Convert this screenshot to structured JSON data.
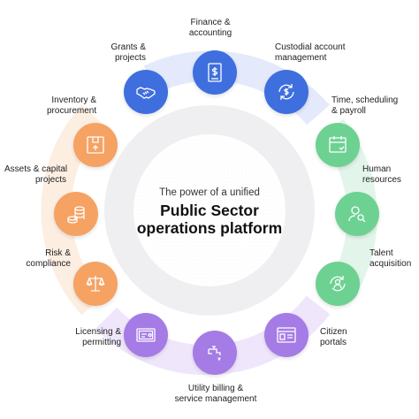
{
  "center": {
    "subtitle": "The power of a unified",
    "title_line1": "Public Sector",
    "title_line2": "operations platform"
  },
  "modules": [
    {
      "id": "finance",
      "line1": "Finance &",
      "line2": "accounting",
      "icon": "document-dollar-icon",
      "color": "#3f6fde"
    },
    {
      "id": "custodial",
      "line1": "Custodial account",
      "line2": "management",
      "icon": "refresh-dollar-icon",
      "color": "#3f6fde"
    },
    {
      "id": "time",
      "line1": "Time, scheduling",
      "line2": "& payroll",
      "icon": "calendar-check-icon",
      "color": "#6dd192"
    },
    {
      "id": "hr",
      "line1": "Human",
      "line2": "resources",
      "icon": "person-search-icon",
      "color": "#6dd192"
    },
    {
      "id": "talent",
      "line1": "Talent",
      "line2": "acquisition",
      "icon": "person-refresh-icon",
      "color": "#6dd192"
    },
    {
      "id": "citizen",
      "line1": "Citizen",
      "line2": "portals",
      "icon": "browser-window-icon",
      "color": "#a57be6"
    },
    {
      "id": "utility",
      "line1": "Utility billing &",
      "line2": "service management",
      "icon": "faucet-icon",
      "color": "#a57be6"
    },
    {
      "id": "licensing",
      "line1": "Licensing &",
      "line2": "permitting",
      "icon": "license-card-icon",
      "color": "#a57be6"
    },
    {
      "id": "risk",
      "line1": "Risk &",
      "line2": "compliance",
      "icon": "scales-icon",
      "color": "#f5a263"
    },
    {
      "id": "assets",
      "line1": "Assets & capital",
      "line2": "projects",
      "icon": "coin-stack-icon",
      "color": "#f5a263"
    },
    {
      "id": "inventory",
      "line1": "Inventory &",
      "line2": "procurement",
      "icon": "box-icon",
      "color": "#f5a263"
    },
    {
      "id": "grants",
      "line1": "Grants &",
      "line2": "projects",
      "icon": "handshake-icon",
      "color": "#3f6fde"
    }
  ]
}
